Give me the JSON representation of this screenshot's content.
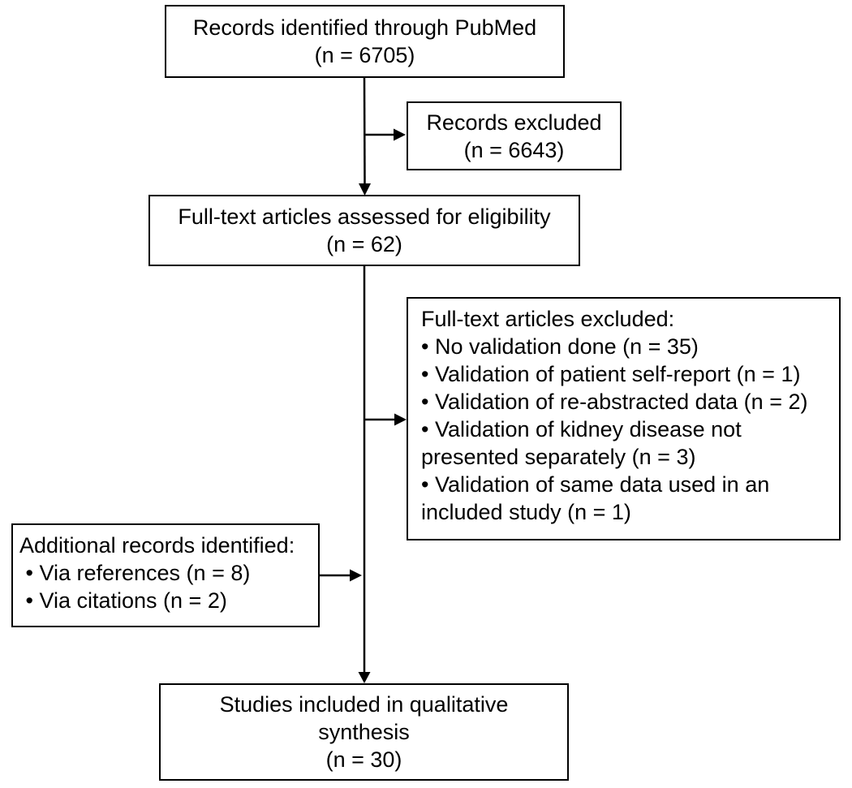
{
  "identified": {
    "line1": "Records identified through PubMed",
    "line2": "(n = 6705)"
  },
  "records_excluded": {
    "line1": "Records excluded",
    "line2": "(n = 6643)"
  },
  "full_text_assessed": {
    "line1": "Full-text articles assessed for eligibility",
    "line2": "(n = 62)"
  },
  "full_text_excluded": {
    "heading": "Full-text articles excluded:",
    "lines": [
      "• No validation done (n = 35)",
      "• Validation of patient self-report (n = 1)",
      "• Validation of re-abstracted data (n = 2)",
      "• Validation of kidney disease not",
      "presented separately (n = 3)",
      "• Validation of same data used in an",
      "included study (n = 1)"
    ]
  },
  "additional_records": {
    "heading": "Additional records identified:",
    "lines": [
      " • Via references (n = 8)",
      " • Via citations (n = 2)"
    ]
  },
  "included": {
    "line1": "Studies included in qualitative",
    "line2": "synthesis",
    "line3": "(n = 30)"
  }
}
